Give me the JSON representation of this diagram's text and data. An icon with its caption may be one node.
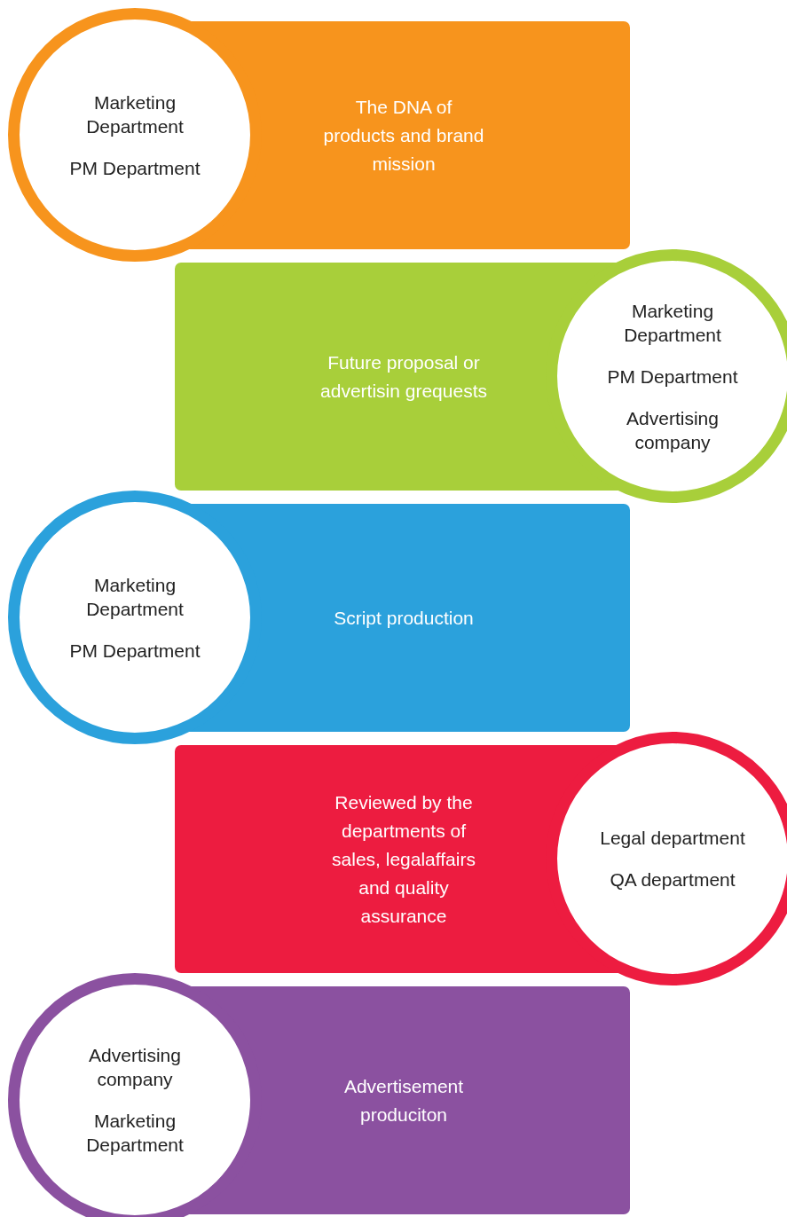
{
  "diagram": {
    "nodes": [
      {
        "text": [
          "Marketing Department",
          "PM Department"
        ]
      },
      {
        "text": [
          "The DNA of products and brand mission"
        ]
      },
      {
        "text": [
          "Future proposal or advertisin grequests"
        ]
      },
      {
        "text": [
          "Marketing Department",
          "PM Department",
          "Advertising company"
        ]
      },
      {
        "text": [
          "Marketing Department",
          "PM Department"
        ]
      },
      {
        "text": [
          "Script production"
        ]
      },
      {
        "text": [
          "Reviewed by the departments of sales, legalaffairs and quality assurance"
        ]
      },
      {
        "text": [
          "Legal department",
          "QA department"
        ]
      },
      {
        "text": [
          "Advertising company",
          "Marketing Department"
        ]
      },
      {
        "text": [
          "Advertisement produciton"
        ]
      }
    ]
  }
}
